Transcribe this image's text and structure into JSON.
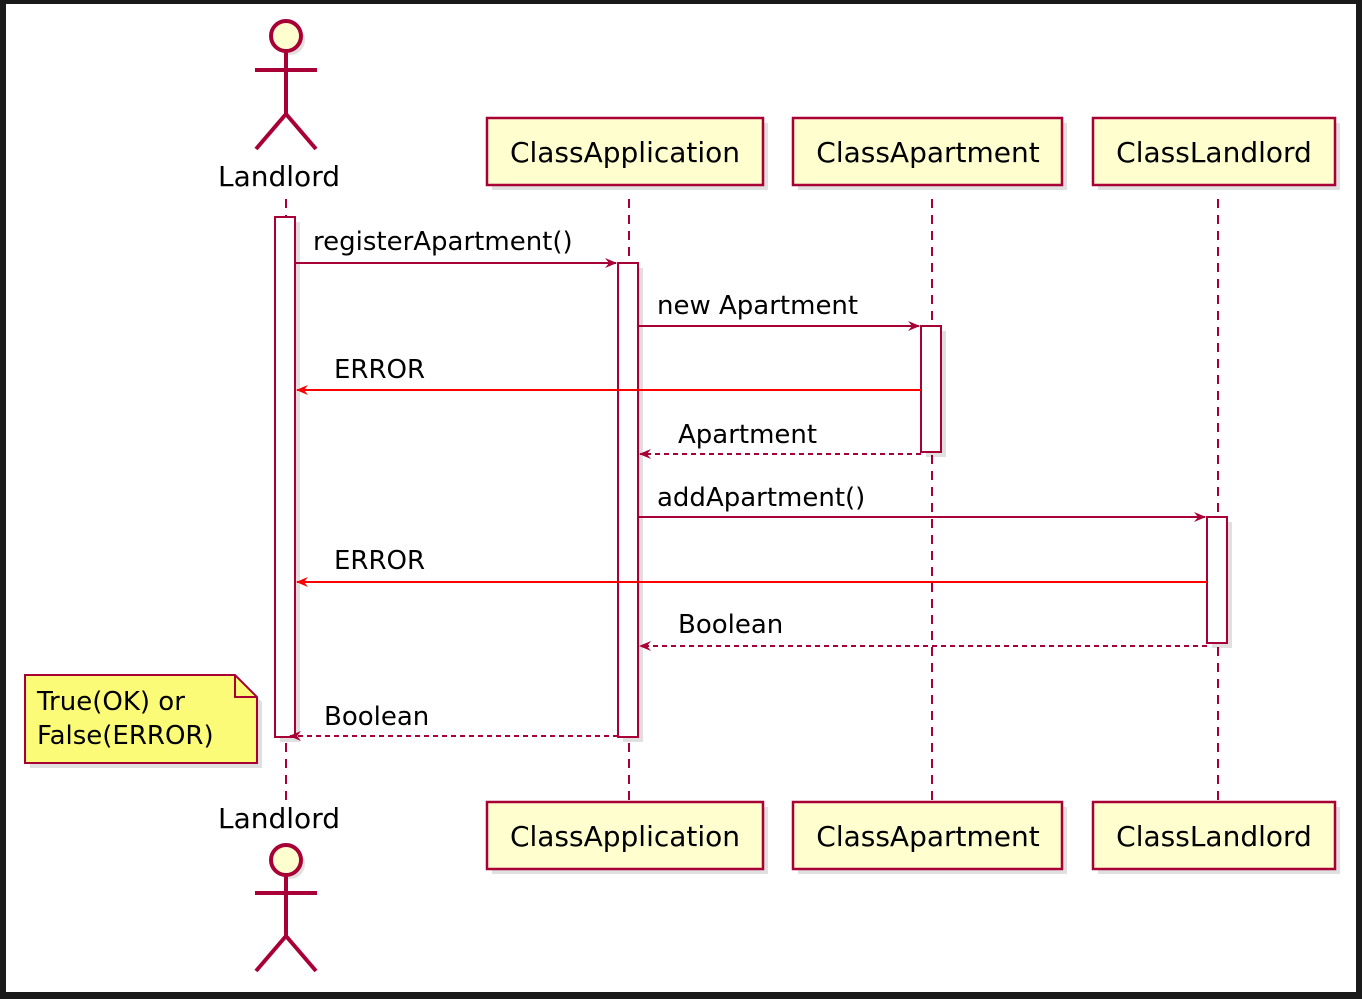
{
  "participants": {
    "landlord_actor": "Landlord",
    "class_application": "ClassApplication",
    "class_apartment": "ClassApartment",
    "class_landlord": "ClassLandlord"
  },
  "messages": [
    {
      "from": "Landlord",
      "to": "ClassApplication",
      "label": "registerApartment()",
      "kind": "call"
    },
    {
      "from": "ClassApplication",
      "to": "ClassApartment",
      "label": "new Apartment",
      "kind": "call"
    },
    {
      "from": "ClassApartment",
      "to": "Landlord",
      "label": "ERROR",
      "kind": "error"
    },
    {
      "from": "ClassApartment",
      "to": "ClassApplication",
      "label": "Apartment",
      "kind": "return"
    },
    {
      "from": "ClassApplication",
      "to": "ClassLandlord",
      "label": "addApartment()",
      "kind": "call"
    },
    {
      "from": "ClassLandlord",
      "to": "Landlord",
      "label": "ERROR",
      "kind": "error"
    },
    {
      "from": "ClassLandlord",
      "to": "ClassApplication",
      "label": "Boolean",
      "kind": "return"
    },
    {
      "from": "ClassApplication",
      "to": "Landlord",
      "label": "Boolean",
      "kind": "return"
    }
  ],
  "note": {
    "line1": "True(OK) or",
    "line2": "False(ERROR)"
  },
  "colors": {
    "border": "#a80036",
    "participant_fill": "#fefece",
    "note_fill": "#fbfb77",
    "error_arrow": "#ff0000"
  }
}
